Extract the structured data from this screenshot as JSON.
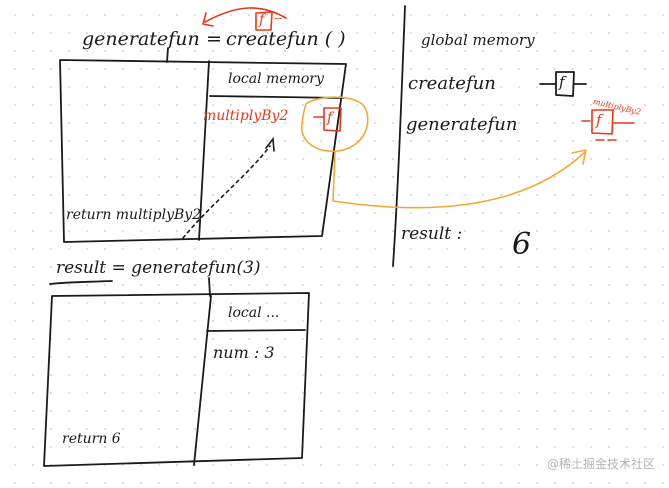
{
  "top_call": {
    "variable": "generatefun",
    "equals": "=",
    "call": "createfun ( )",
    "fn_box": "f",
    "fn_box_tail": "--"
  },
  "frame1": {
    "header": "local memory",
    "binding_name": "multiplyBy2",
    "fn_box": "f",
    "return_text": "return multiplyBy2"
  },
  "global_memory": {
    "header": "global memory",
    "entries": [
      {
        "name": "createfun",
        "value_box": "f"
      },
      {
        "name": "generatefun",
        "value_box": "f",
        "annotation": "multiplyBy2"
      },
      {
        "name": "result :",
        "value": "6"
      }
    ]
  },
  "second_call": {
    "result_text": "result = generatefun(3)"
  },
  "frame2": {
    "header": "local ...",
    "param_text": "num : 3",
    "return_text": "return 6"
  },
  "watermark": "@稀土掘金技术社区",
  "colors": {
    "ink": "#1a1a1a",
    "red": "#e4391b",
    "orange": "#f3a93a",
    "grid_dot": "#d6d6d6"
  }
}
